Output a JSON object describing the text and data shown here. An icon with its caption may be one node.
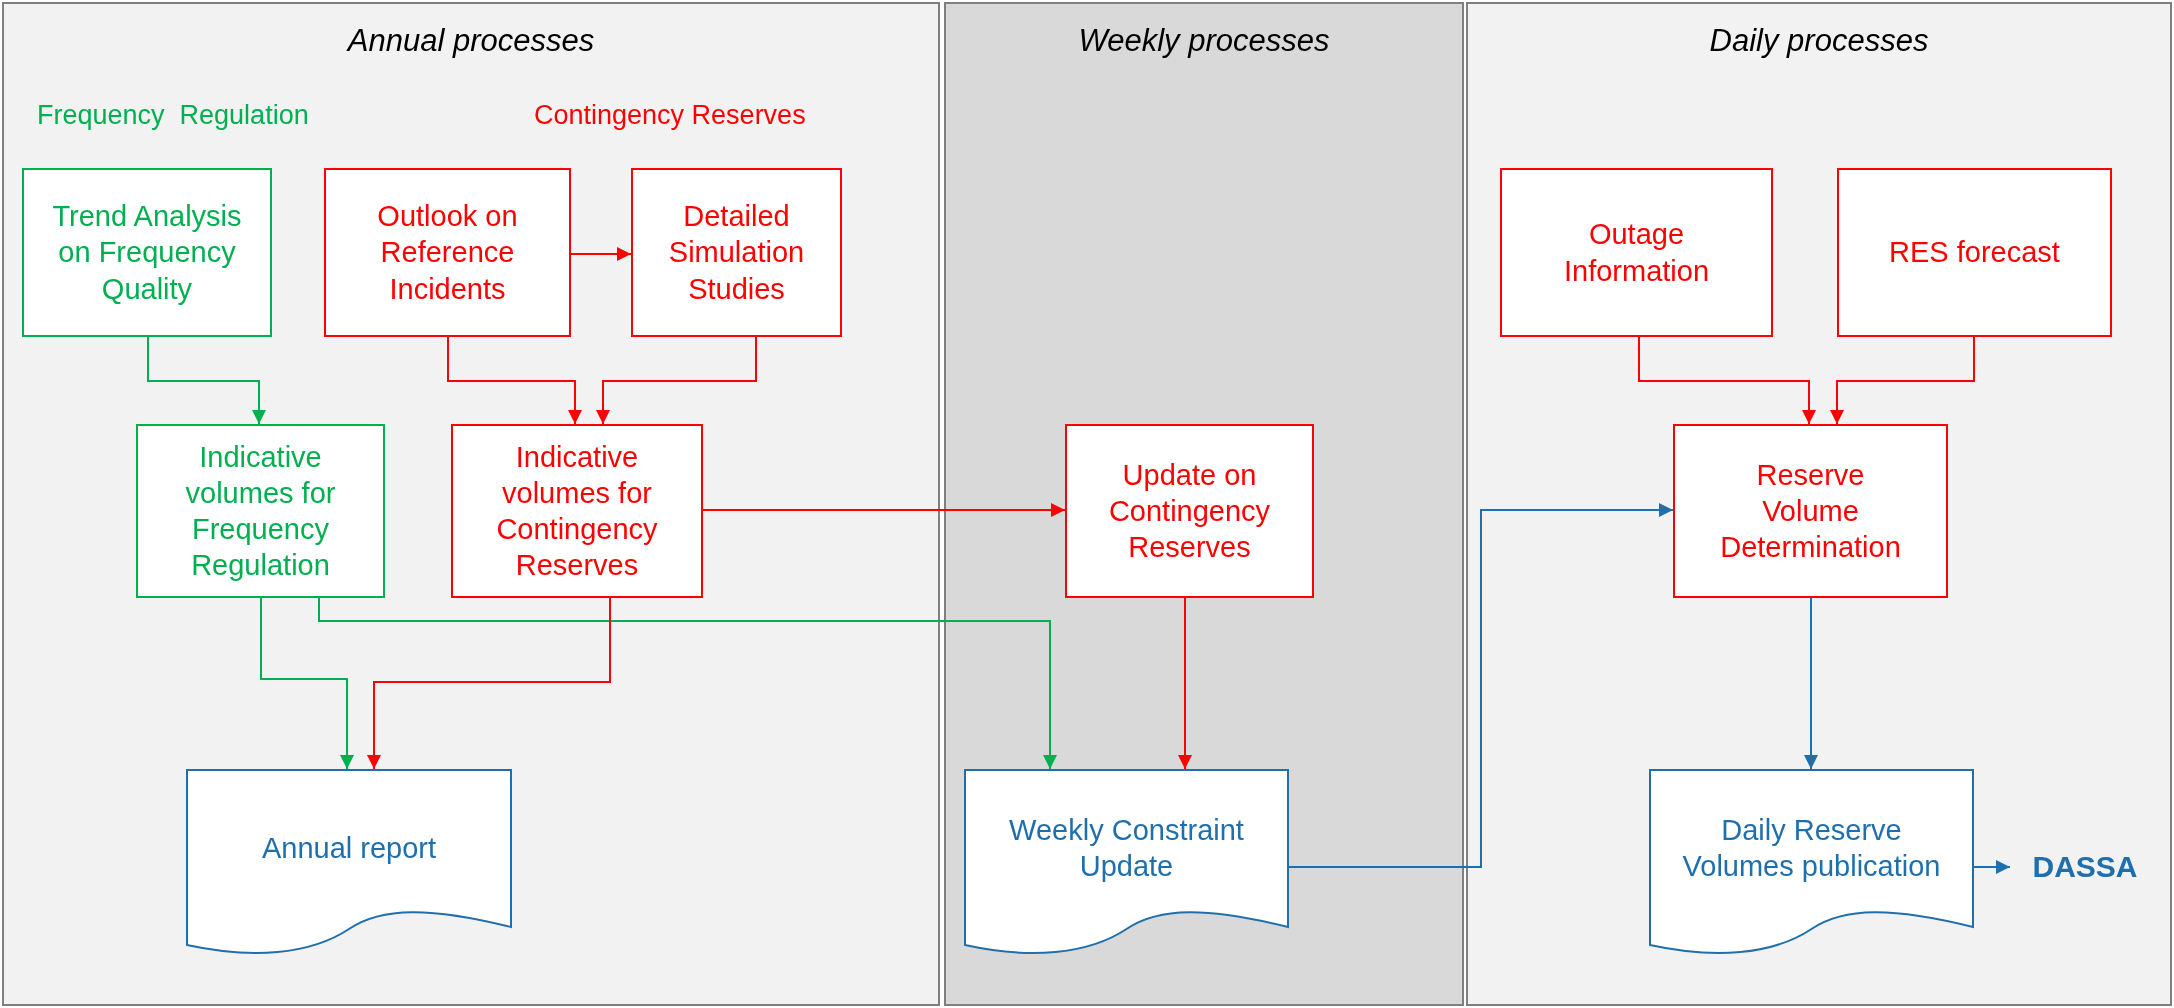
{
  "diagram": {
    "nodes": [
      {
        "text": [
          "Annual processes"
        ]
      },
      {
        "text": [
          "Weekly processes"
        ]
      },
      {
        "text": [
          "Daily processes"
        ]
      },
      {
        "text": [
          "Trend Analysis on Frequency Quality"
        ],
        "in": 0
      },
      {
        "text": [
          "Outlook on Reference Incidents"
        ],
        "in": 0
      },
      {
        "text": [
          "Detailed Simulation Studies"
        ],
        "in": 0
      },
      {
        "text": [
          "Indicative volumes for Frequency Regulation"
        ],
        "in": 0
      },
      {
        "text": [
          "Indicative volumes for Contingency Reserves"
        ],
        "in": 0
      },
      {
        "text": [
          "Annual report"
        ],
        "in": 0
      },
      {
        "text": [
          "Update on Contingency Reserves"
        ],
        "in": 1
      },
      {
        "text": [
          "Weekly Constraint Update"
        ],
        "in": 1
      },
      {
        "text": [
          "Outage Information"
        ],
        "in": 2
      },
      {
        "text": [
          "RES forecast"
        ],
        "in": 2
      },
      {
        "text": [
          "Reserve Volume Determination"
        ],
        "in": 2
      },
      {
        "text": [
          "Daily Reserve Volumes publication"
        ],
        "in": 2
      },
      {
        "text": [
          "DASSA"
        ],
        "in": 2
      }
    ],
    "edges": [
      {
        "from": 3,
        "to": 6,
        "arrow": "to",
        "color": "#00b050"
      },
      {
        "from": 4,
        "to": 5,
        "arrow": "to"
      },
      {
        "from": 4,
        "to": 7,
        "arrow": "to"
      },
      {
        "from": 5,
        "to": 7,
        "arrow": "to"
      },
      {
        "from": 6,
        "to": 8,
        "arrow": "to",
        "color": "#00b050"
      },
      {
        "from": 6,
        "to": 10,
        "arrow": "to",
        "color": "#00b050"
      },
      {
        "from": 7,
        "to": 8,
        "arrow": "to"
      },
      {
        "from": 7,
        "to": 9,
        "arrow": "to"
      },
      {
        "from": 9,
        "to": 10,
        "arrow": "to"
      },
      {
        "from": 10,
        "to": 13,
        "arrow": "to",
        "color": "#1f6fad"
      },
      {
        "from": 11,
        "to": 13,
        "arrow": "to"
      },
      {
        "from": 12,
        "to": 13,
        "arrow": "to"
      },
      {
        "from": 13,
        "to": 14,
        "arrow": "to",
        "color": "#1f6fad"
      },
      {
        "from": 14,
        "to": 15,
        "arrow": "to",
        "color": "#1f6fad"
      }
    ],
    "labels": [
      "Frequency  Regulation",
      "Contingency Reserves"
    ]
  }
}
